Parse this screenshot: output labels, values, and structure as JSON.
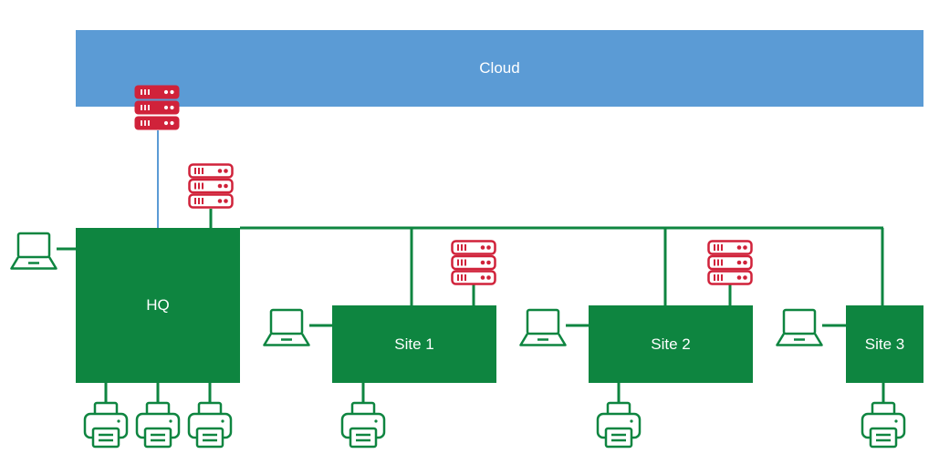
{
  "colors": {
    "cloud": "#5b9bd5",
    "green": "#0e8540",
    "red": "#d0223a",
    "uplink": "#5b9bd5",
    "text_on_box": "#ffffff"
  },
  "cloud": {
    "label": "Cloud"
  },
  "hq": {
    "label": "HQ",
    "icons": [
      "laptop-icon",
      "server-icon",
      "cloud-gateway-server-icon",
      "printer-icon",
      "printer-icon",
      "printer-icon"
    ]
  },
  "sites": [
    {
      "label": "Site 1",
      "icons": [
        "laptop-icon",
        "server-icon",
        "printer-icon"
      ]
    },
    {
      "label": "Site 2",
      "icons": [
        "laptop-icon",
        "server-icon",
        "printer-icon"
      ]
    },
    {
      "label": "Site 3",
      "icons": [
        "laptop-icon",
        "printer-icon"
      ]
    }
  ]
}
